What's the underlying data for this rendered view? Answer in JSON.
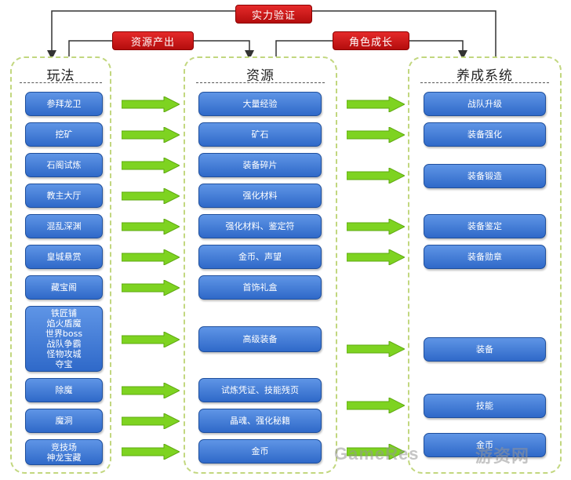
{
  "feedback": {
    "strength": "实力验证",
    "resource_output": "资源产出",
    "role_growth": "角色成长"
  },
  "columns": {
    "gameplay": "玩法",
    "resources": "资源",
    "progression": "养成系统"
  },
  "gameplay_items": [
    "参拜龙卫",
    "挖矿",
    "石阁试炼",
    "教主大厅",
    "混乱深渊",
    "皇城悬赏",
    "藏宝阁",
    "铁匠铺\n焰火盾魔\n世界boss\n战队争霸\n怪物攻城\n夺宝",
    "除魔",
    "魔洞",
    "竞技场\n神龙宝藏"
  ],
  "resource_items": [
    "大量经验",
    "矿石",
    "装备碎片",
    "强化材料",
    "强化材料、鉴定符",
    "金币、声望",
    "首饰礼盒",
    "高级装备",
    "试炼凭证、技能残页",
    "晶魂、强化秘籍",
    "金币"
  ],
  "system_items": [
    "战队升级",
    "装备强化",
    "装备锻造",
    "装备鉴定",
    "装备勋章",
    "装备",
    "技能",
    "金币"
  ],
  "watermark": {
    "left": "GameRes",
    "right": "游资网"
  },
  "colors": {
    "box": "#3a75d4",
    "red_tag": "#d01818",
    "arrow": "#7ed321",
    "frame": "#c2d77f"
  }
}
